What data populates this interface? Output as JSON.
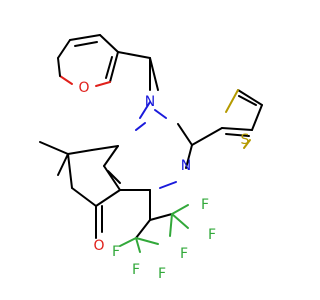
{
  "molecule": {
    "atoms": [
      {
        "id": "O1",
        "label": "O",
        "color": "#e0201b"
      },
      {
        "id": "N1",
        "label": "N",
        "color": "#1a1adb"
      },
      {
        "id": "S1",
        "label": "S",
        "color": "#b59a00"
      },
      {
        "id": "N2",
        "label": "N",
        "color": "#1a1adb"
      },
      {
        "id": "O2",
        "label": "O",
        "color": "#e0201b"
      },
      {
        "id": "F1",
        "label": "F",
        "color": "#32a83a"
      },
      {
        "id": "F2",
        "label": "F",
        "color": "#32a83a"
      },
      {
        "id": "F3",
        "label": "F",
        "color": "#32a83a"
      },
      {
        "id": "F4",
        "label": "F",
        "color": "#32a83a"
      },
      {
        "id": "F5",
        "label": "F",
        "color": "#32a83a"
      },
      {
        "id": "F6",
        "label": "F",
        "color": "#32a83a"
      }
    ]
  }
}
